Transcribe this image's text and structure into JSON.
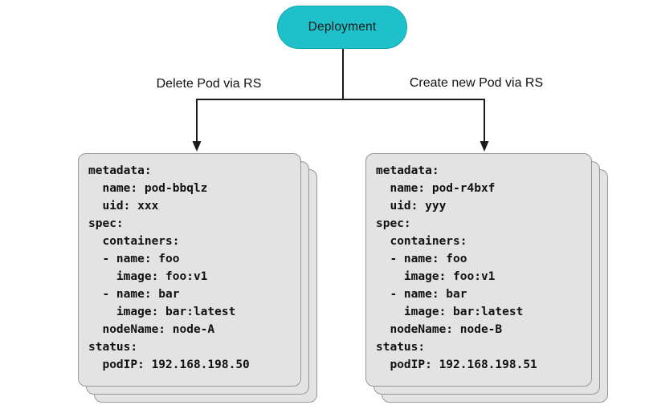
{
  "diagram": {
    "root_node": {
      "label": "Deployment"
    },
    "edges": {
      "left_label": "Delete Pod via RS",
      "right_label": "Create new Pod via RS"
    },
    "pods": {
      "left": {
        "yaml": "metadata:\n  name: pod-bbqlz\n  uid: xxx\nspec:\n  containers:\n  - name: foo\n    image: foo:v1\n  - name: bar\n    image: bar:latest\n  nodeName: node-A\nstatus:\n  podIP: 192.168.198.50"
      },
      "right": {
        "yaml": "metadata:\n  name: pod-r4bxf\n  uid: yyy\nspec:\n  containers:\n  - name: foo\n    image: foo:v1\n  - name: bar\n    image: bar:latest\n  nodeName: node-B\nstatus:\n  podIP: 192.168.198.51"
      }
    },
    "colors": {
      "node_fill": "#1ec1c9",
      "node_border": "#0ba8b0",
      "card_fill": "#e3e3e3",
      "card_border": "#969696",
      "line": "#1a1a1a"
    }
  }
}
